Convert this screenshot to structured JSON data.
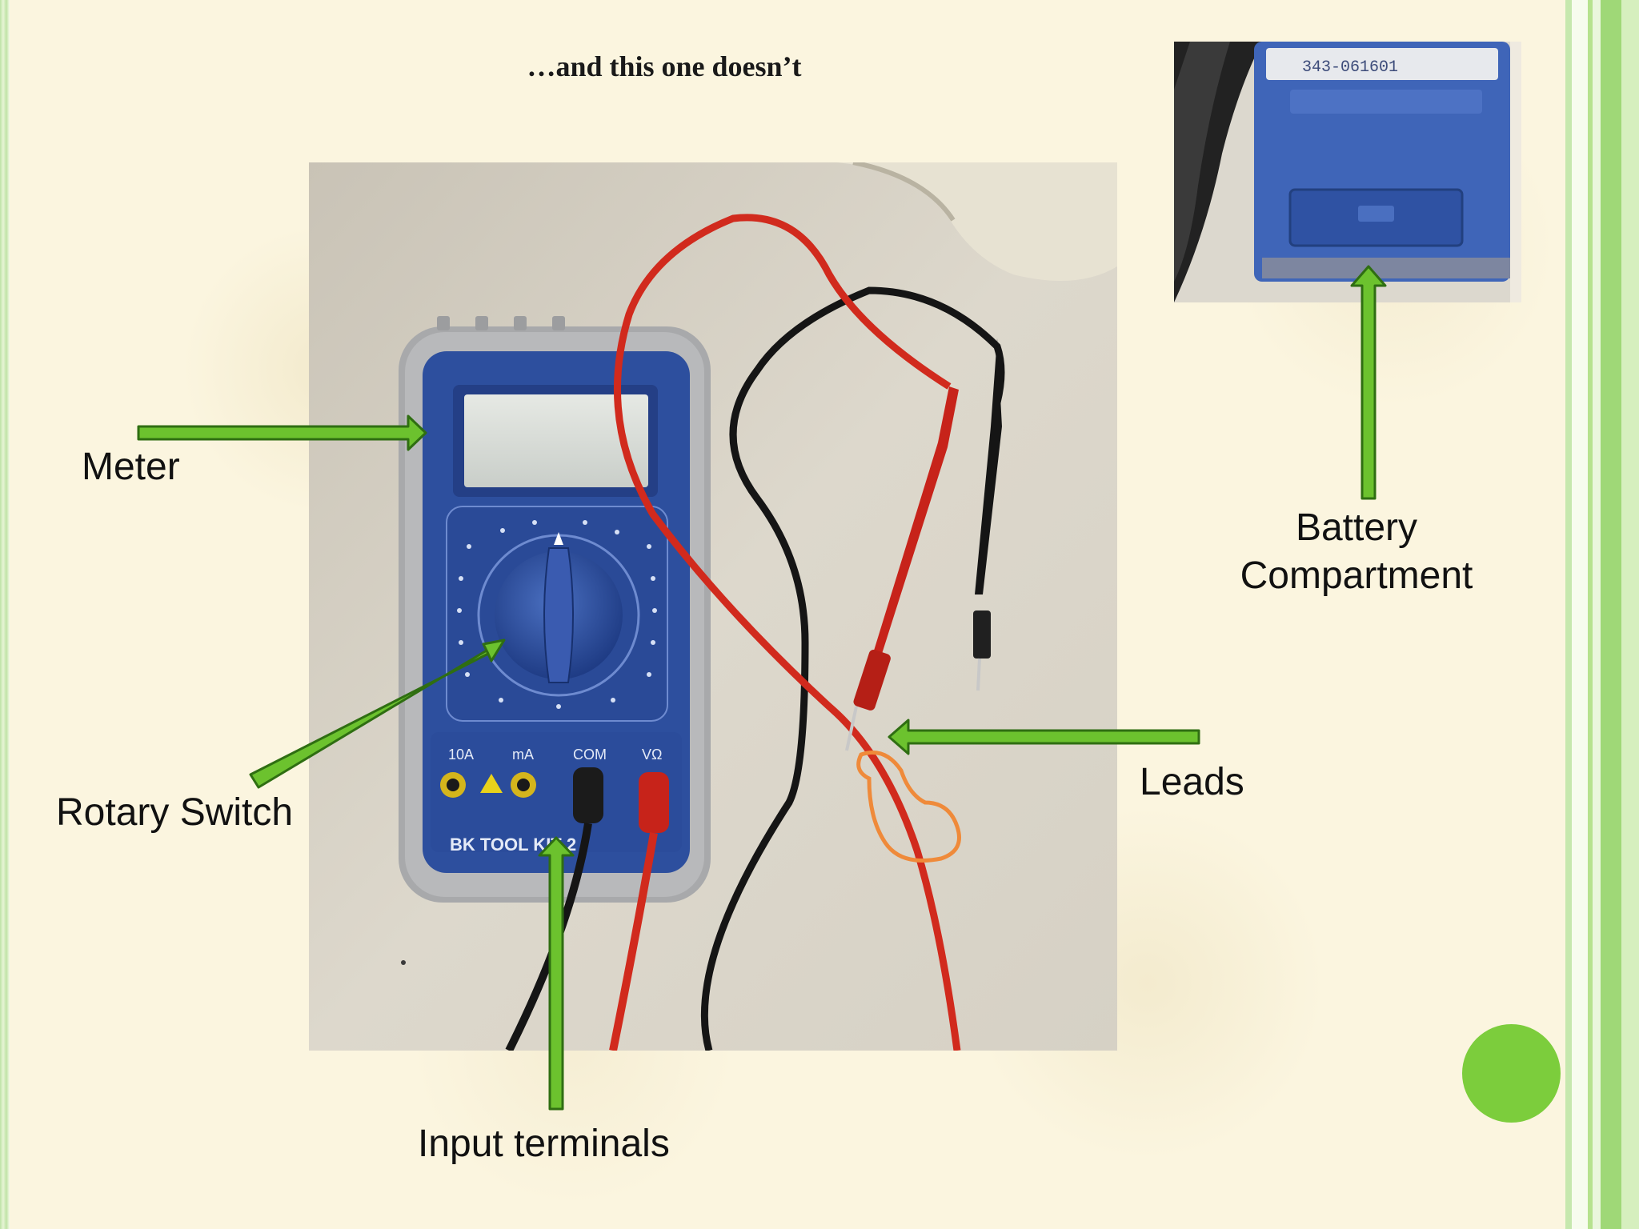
{
  "slide": {
    "title": "…and this one doesn’t"
  },
  "labels": {
    "meter": "Meter",
    "rotary_switch": "Rotary Switch",
    "input_terminals": "Input terminals",
    "leads": "Leads",
    "battery_line1": "Battery",
    "battery_line2": "Compartment"
  },
  "photo_text": {
    "terminal_10a": "10A",
    "terminal_ma": "mA",
    "terminal_com": "COM",
    "terminal_vohm": "VΩ",
    "brand": "BK TOOL KIT 2",
    "serial": "343-061601"
  },
  "colors": {
    "accent_green": "#6cc22e",
    "arrow_outline": "#2f6e12",
    "meter_blue": "#2d4f9e",
    "lead_red": "#d12a1d",
    "lead_black": "#151515"
  }
}
